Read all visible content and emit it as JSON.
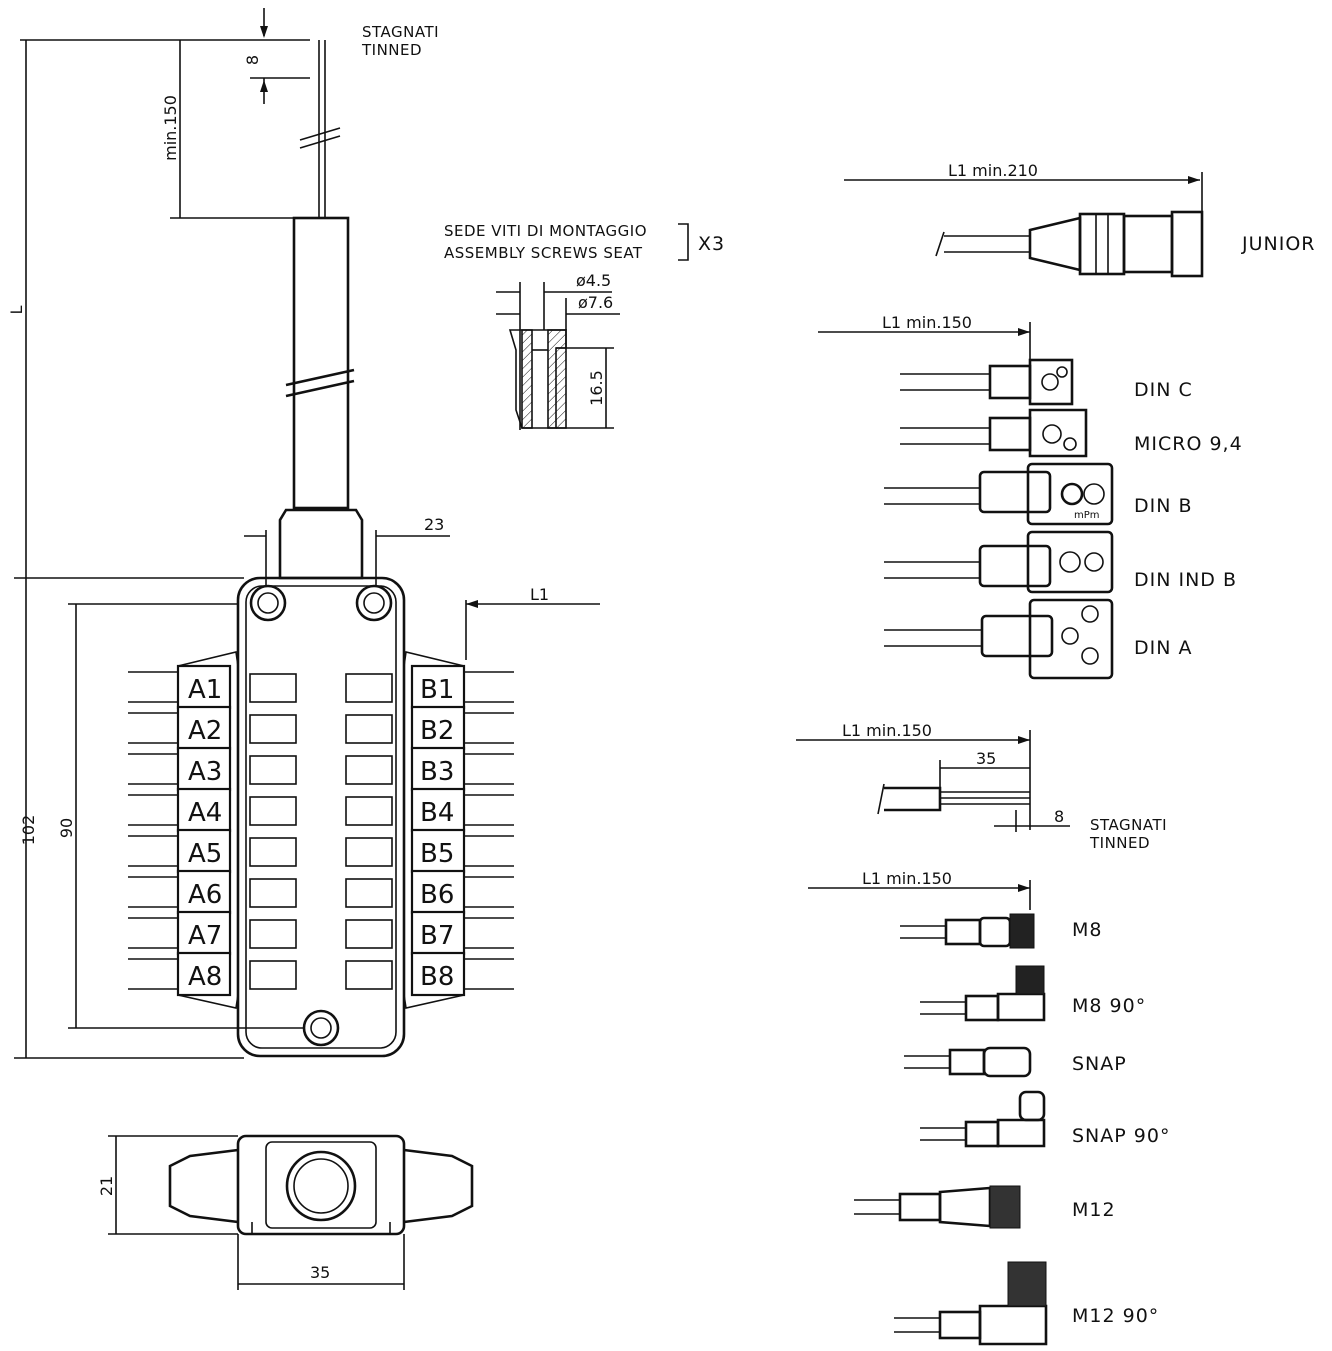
{
  "cable_top": {
    "tinned_it": "STAGNATI",
    "tinned_en": "TINNED",
    "dim_strip": "8",
    "dim_min": "min.150",
    "dim_L": "L"
  },
  "screw_seat": {
    "line1": "SEDE VITI DI MONTAGGIO",
    "line2": "ASSEMBLY SCREWS SEAT",
    "qty": "X3",
    "d1": "ø4.5",
    "d2": "ø7.6",
    "h": "16.5"
  },
  "box": {
    "dim_23": "23",
    "dim_L1": "L1",
    "dim_102": "102",
    "dim_90": "90",
    "left_pins": [
      "A1",
      "A2",
      "A3",
      "A4",
      "A5",
      "A6",
      "A7",
      "A8"
    ],
    "right_pins": [
      "B1",
      "B2",
      "B3",
      "B4",
      "B5",
      "B6",
      "B7",
      "B8"
    ]
  },
  "side_view": {
    "dim_21": "21",
    "dim_35": "35"
  },
  "connectors": {
    "junior_dim": "L1  min.210",
    "junior": "JUNIOR",
    "din_dim": "L1  min.150",
    "din_c": "DIN  C",
    "micro": "MICRO  9,4",
    "din_b": "DIN  B",
    "mpm": "mPm",
    "din_ind_b": "DIN  IND  B",
    "din_a": "DIN  A",
    "wire_dim": "L1  min.150",
    "wire_35": "35",
    "wire_8": "8",
    "wire_tinned_it": "STAGNATI",
    "wire_tinned_en": "TINNED",
    "m_dim": "L1  min.150",
    "m8": "M8",
    "m8_90": "M8  90°",
    "snap": "SNAP",
    "snap_90": "SNAP  90°",
    "m12": "M12",
    "m12_90": "M12  90°"
  }
}
